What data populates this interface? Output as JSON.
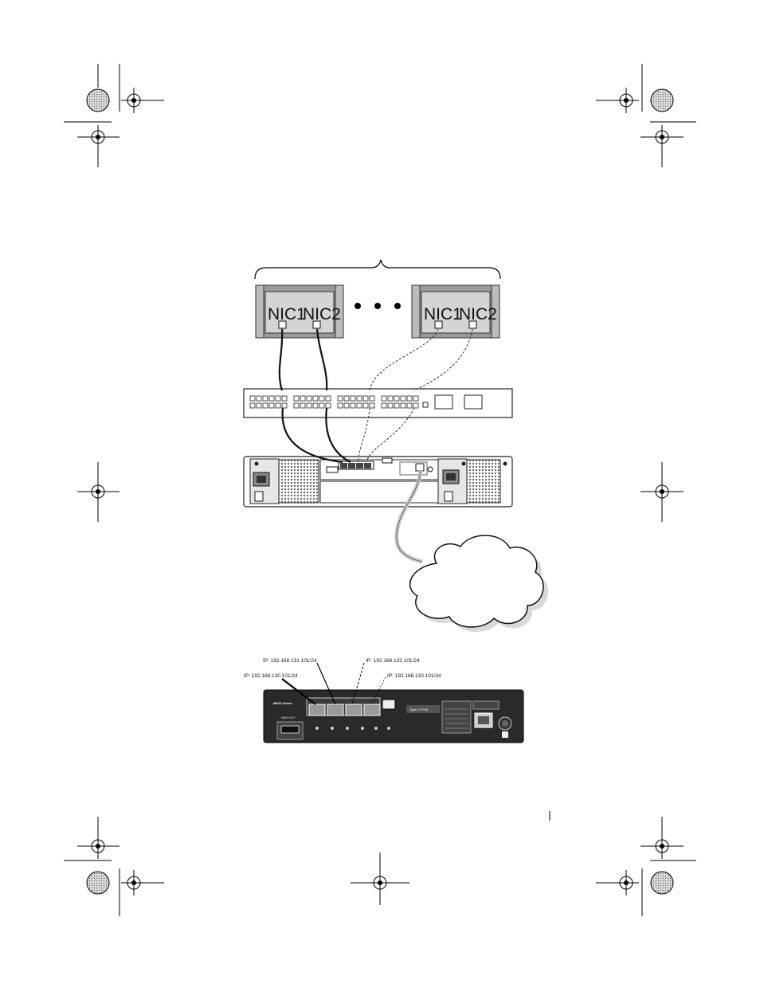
{
  "hosts": [
    {
      "nic1_label": "NIC1",
      "nic2_label": "NIC2"
    },
    {
      "nic1_label": "NIC1",
      "nic2_label": "NIC2"
    }
  ],
  "ports": {
    "ip0": "IP: 192.168.130.101/24",
    "ip1": "IP: 192.168.131.101/24",
    "ip2": "IP: 192.168.132.101/24",
    "ip3": "IP: 192.168.133.101/24"
  },
  "controller": {
    "series": "MD32 Series",
    "sas_out": "SAS OUT",
    "type_label": "Type U FP16"
  },
  "colors": {
    "line": "#111111",
    "host_fill": "#9a9a9a",
    "host_panel": "#cfcfcf",
    "mgmt_cable": "#c8c8c8"
  }
}
